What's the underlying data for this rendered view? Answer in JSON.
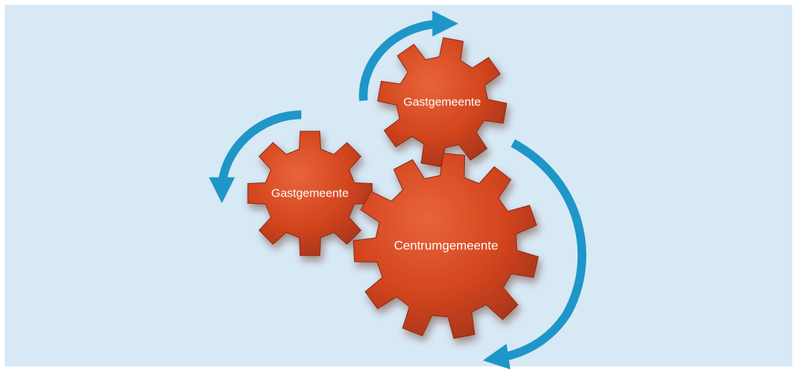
{
  "diagram": {
    "colors": {
      "background": "#d6e9f5",
      "gear": "#d2451e",
      "gear_edge": "#8e2a12",
      "arrow": "#1f96c8",
      "label": "#ffffff"
    },
    "gears": [
      {
        "label": "Gastgemeente"
      },
      {
        "label": "Gastgemeente"
      },
      {
        "label": "Centrumgemeente"
      }
    ]
  }
}
